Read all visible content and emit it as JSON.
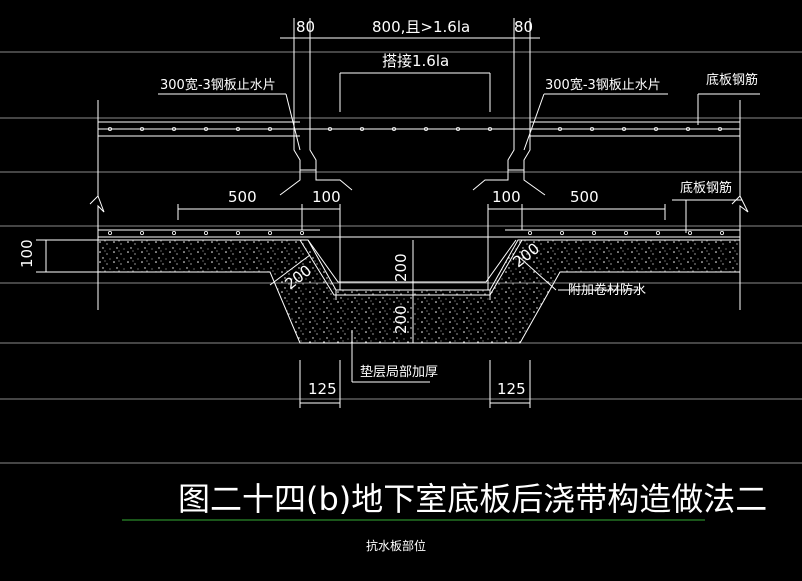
{
  "dimensions": {
    "top_left_80": "80",
    "top_right_80": "80",
    "top_center": "800,且>1.6la",
    "lap": "搭接1.6la",
    "left_500": "500",
    "left_100": "100",
    "right_100": "100",
    "right_500": "500",
    "thk_100": "100",
    "center_200_top": "200",
    "center_200_bot": "200",
    "slope_left_200": "200",
    "slope_right_200": "200",
    "bot_left_125": "125",
    "bot_right_125": "125"
  },
  "labels": {
    "waterstop_left": "300宽-3钢板止水片",
    "waterstop_right": "300宽-3钢板止水片",
    "bottom_rebar_top": "底板钢筋",
    "bottom_rebar_mid": "底板钢筋",
    "extra_membrane": "附加卷材防水",
    "cushion_thicken": "垫层局部加厚"
  },
  "title": "图二十四(b)地下室底板后浇带构造做法二",
  "subtitle": "抗水板部位",
  "colors": {
    "background": "#000000",
    "line": "#ffffff",
    "grid": "#8a8a8a",
    "underline": "#2a8a2a"
  }
}
